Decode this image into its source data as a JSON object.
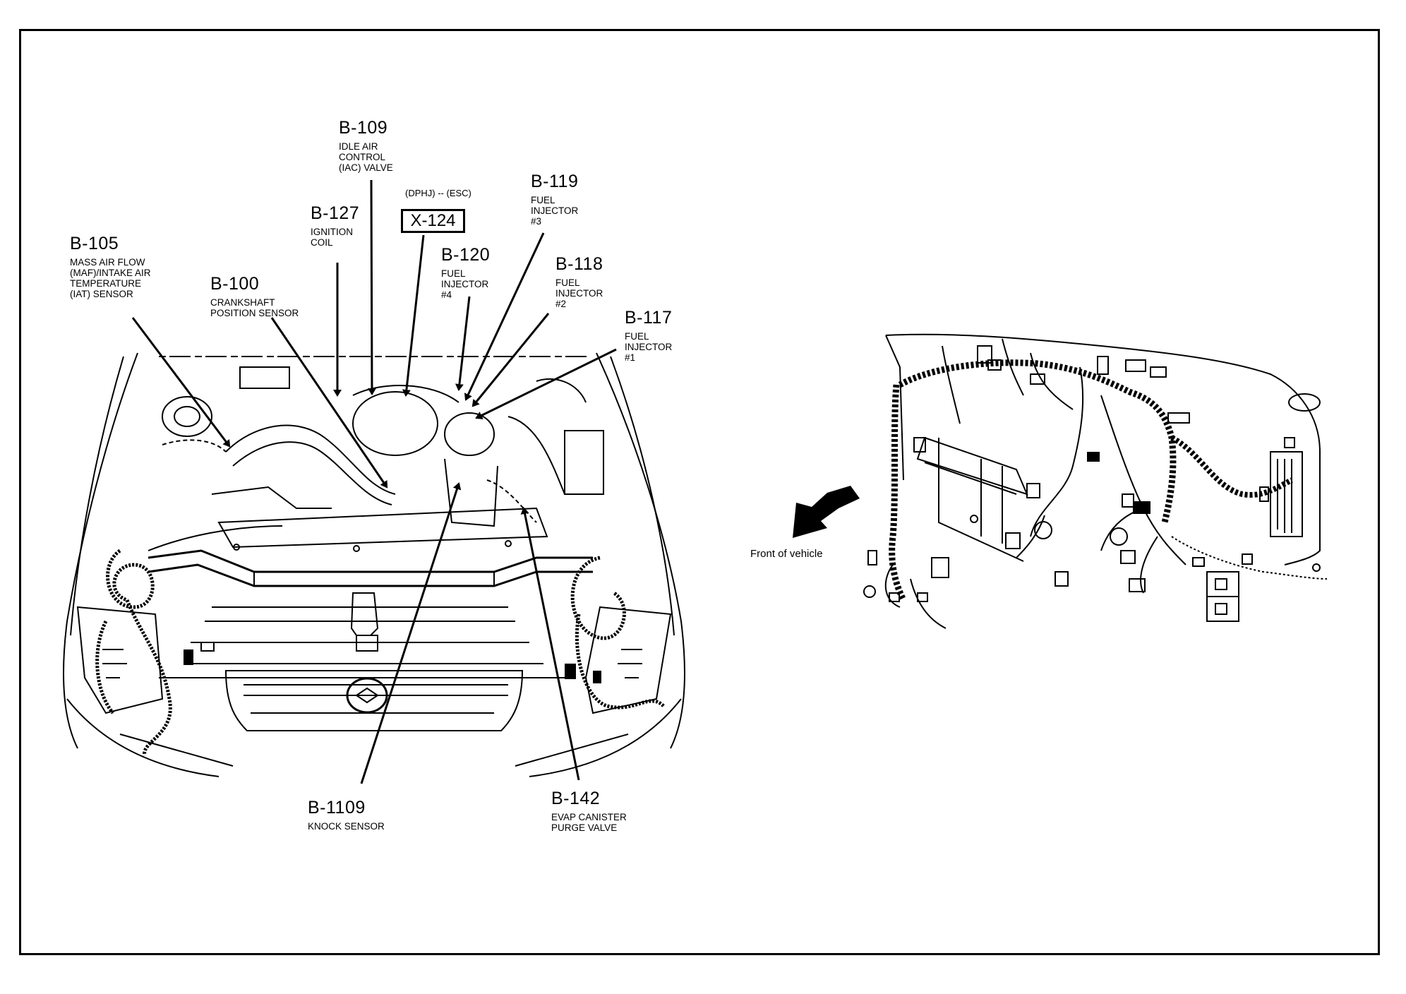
{
  "diagram": {
    "title": "Engine compartment connector locations",
    "components": [
      {
        "code": "B-105",
        "lines": [
          "MASS AIR FLOW",
          "(MAF)/INTAKE AIR",
          "TEMPERATURE",
          "(IAT) SENSOR"
        ]
      },
      {
        "code": "B-100",
        "lines": [
          "CRANKSHAFT",
          "POSITION SENSOR"
        ]
      },
      {
        "code": "B-127",
        "lines": [
          "IGNITION",
          "COIL"
        ]
      },
      {
        "code": "B-109",
        "lines": [
          "IDLE AIR",
          "CONTROL",
          "(IAC) VALVE"
        ]
      },
      {
        "code": "B-120",
        "lines": [
          "FUEL",
          "INJECTOR",
          "#4"
        ]
      },
      {
        "code": "B-119",
        "lines": [
          "FUEL",
          "INJECTOR",
          "#3"
        ]
      },
      {
        "code": "B-118",
        "lines": [
          "FUEL",
          "INJECTOR",
          "#2"
        ]
      },
      {
        "code": "B-117",
        "lines": [
          "FUEL",
          "INJECTOR",
          "#1"
        ]
      },
      {
        "code": "B-1109",
        "lines": [
          "KNOCK SENSOR"
        ]
      },
      {
        "code": "B-142",
        "lines": [
          "EVAP CANISTER",
          "PURGE VALVE"
        ]
      }
    ],
    "connector": {
      "code": "X-124",
      "condition": "(DPHJ) -- (ESC)"
    },
    "orientation": {
      "label": "Front of vehicle",
      "icon": "arrow-down-left-icon"
    }
  }
}
